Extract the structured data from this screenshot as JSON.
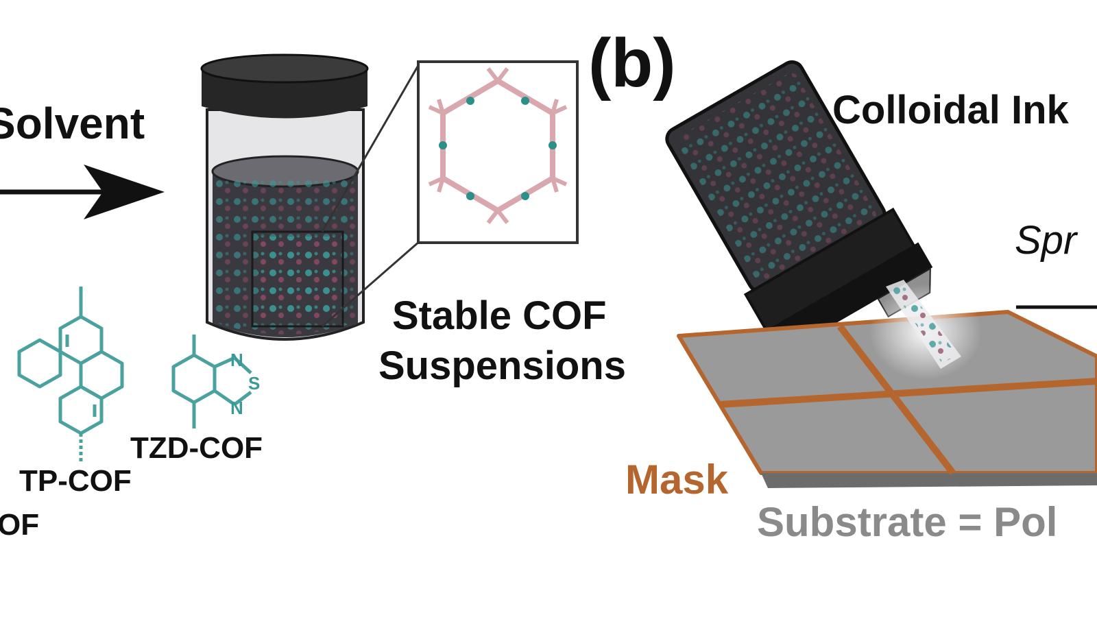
{
  "labels": {
    "solvent": "Solvent",
    "panel_b": "(b)",
    "colloidal_ink": "Colloidal Ink",
    "spray": "Spr",
    "stable_line1": "Stable COF",
    "stable_line2": "Suspensions",
    "tp_cof": "TP-COF",
    "tzd_cof": "TZD-COF",
    "cof_left": "OF",
    "mask": "Mask",
    "substrate": "Substrate = Pol"
  },
  "atoms": {
    "n1": "N",
    "s": "S",
    "n2": "N"
  },
  "colors": {
    "ink": "#2f2f37",
    "cap": "#262626",
    "liquid": "#3a3940",
    "teal": "#3b9a98",
    "pink": "#d9a7ae",
    "mask": "#b5652e",
    "substrate": "#9a9a9a",
    "substrate_label": "#8a8a8a"
  }
}
